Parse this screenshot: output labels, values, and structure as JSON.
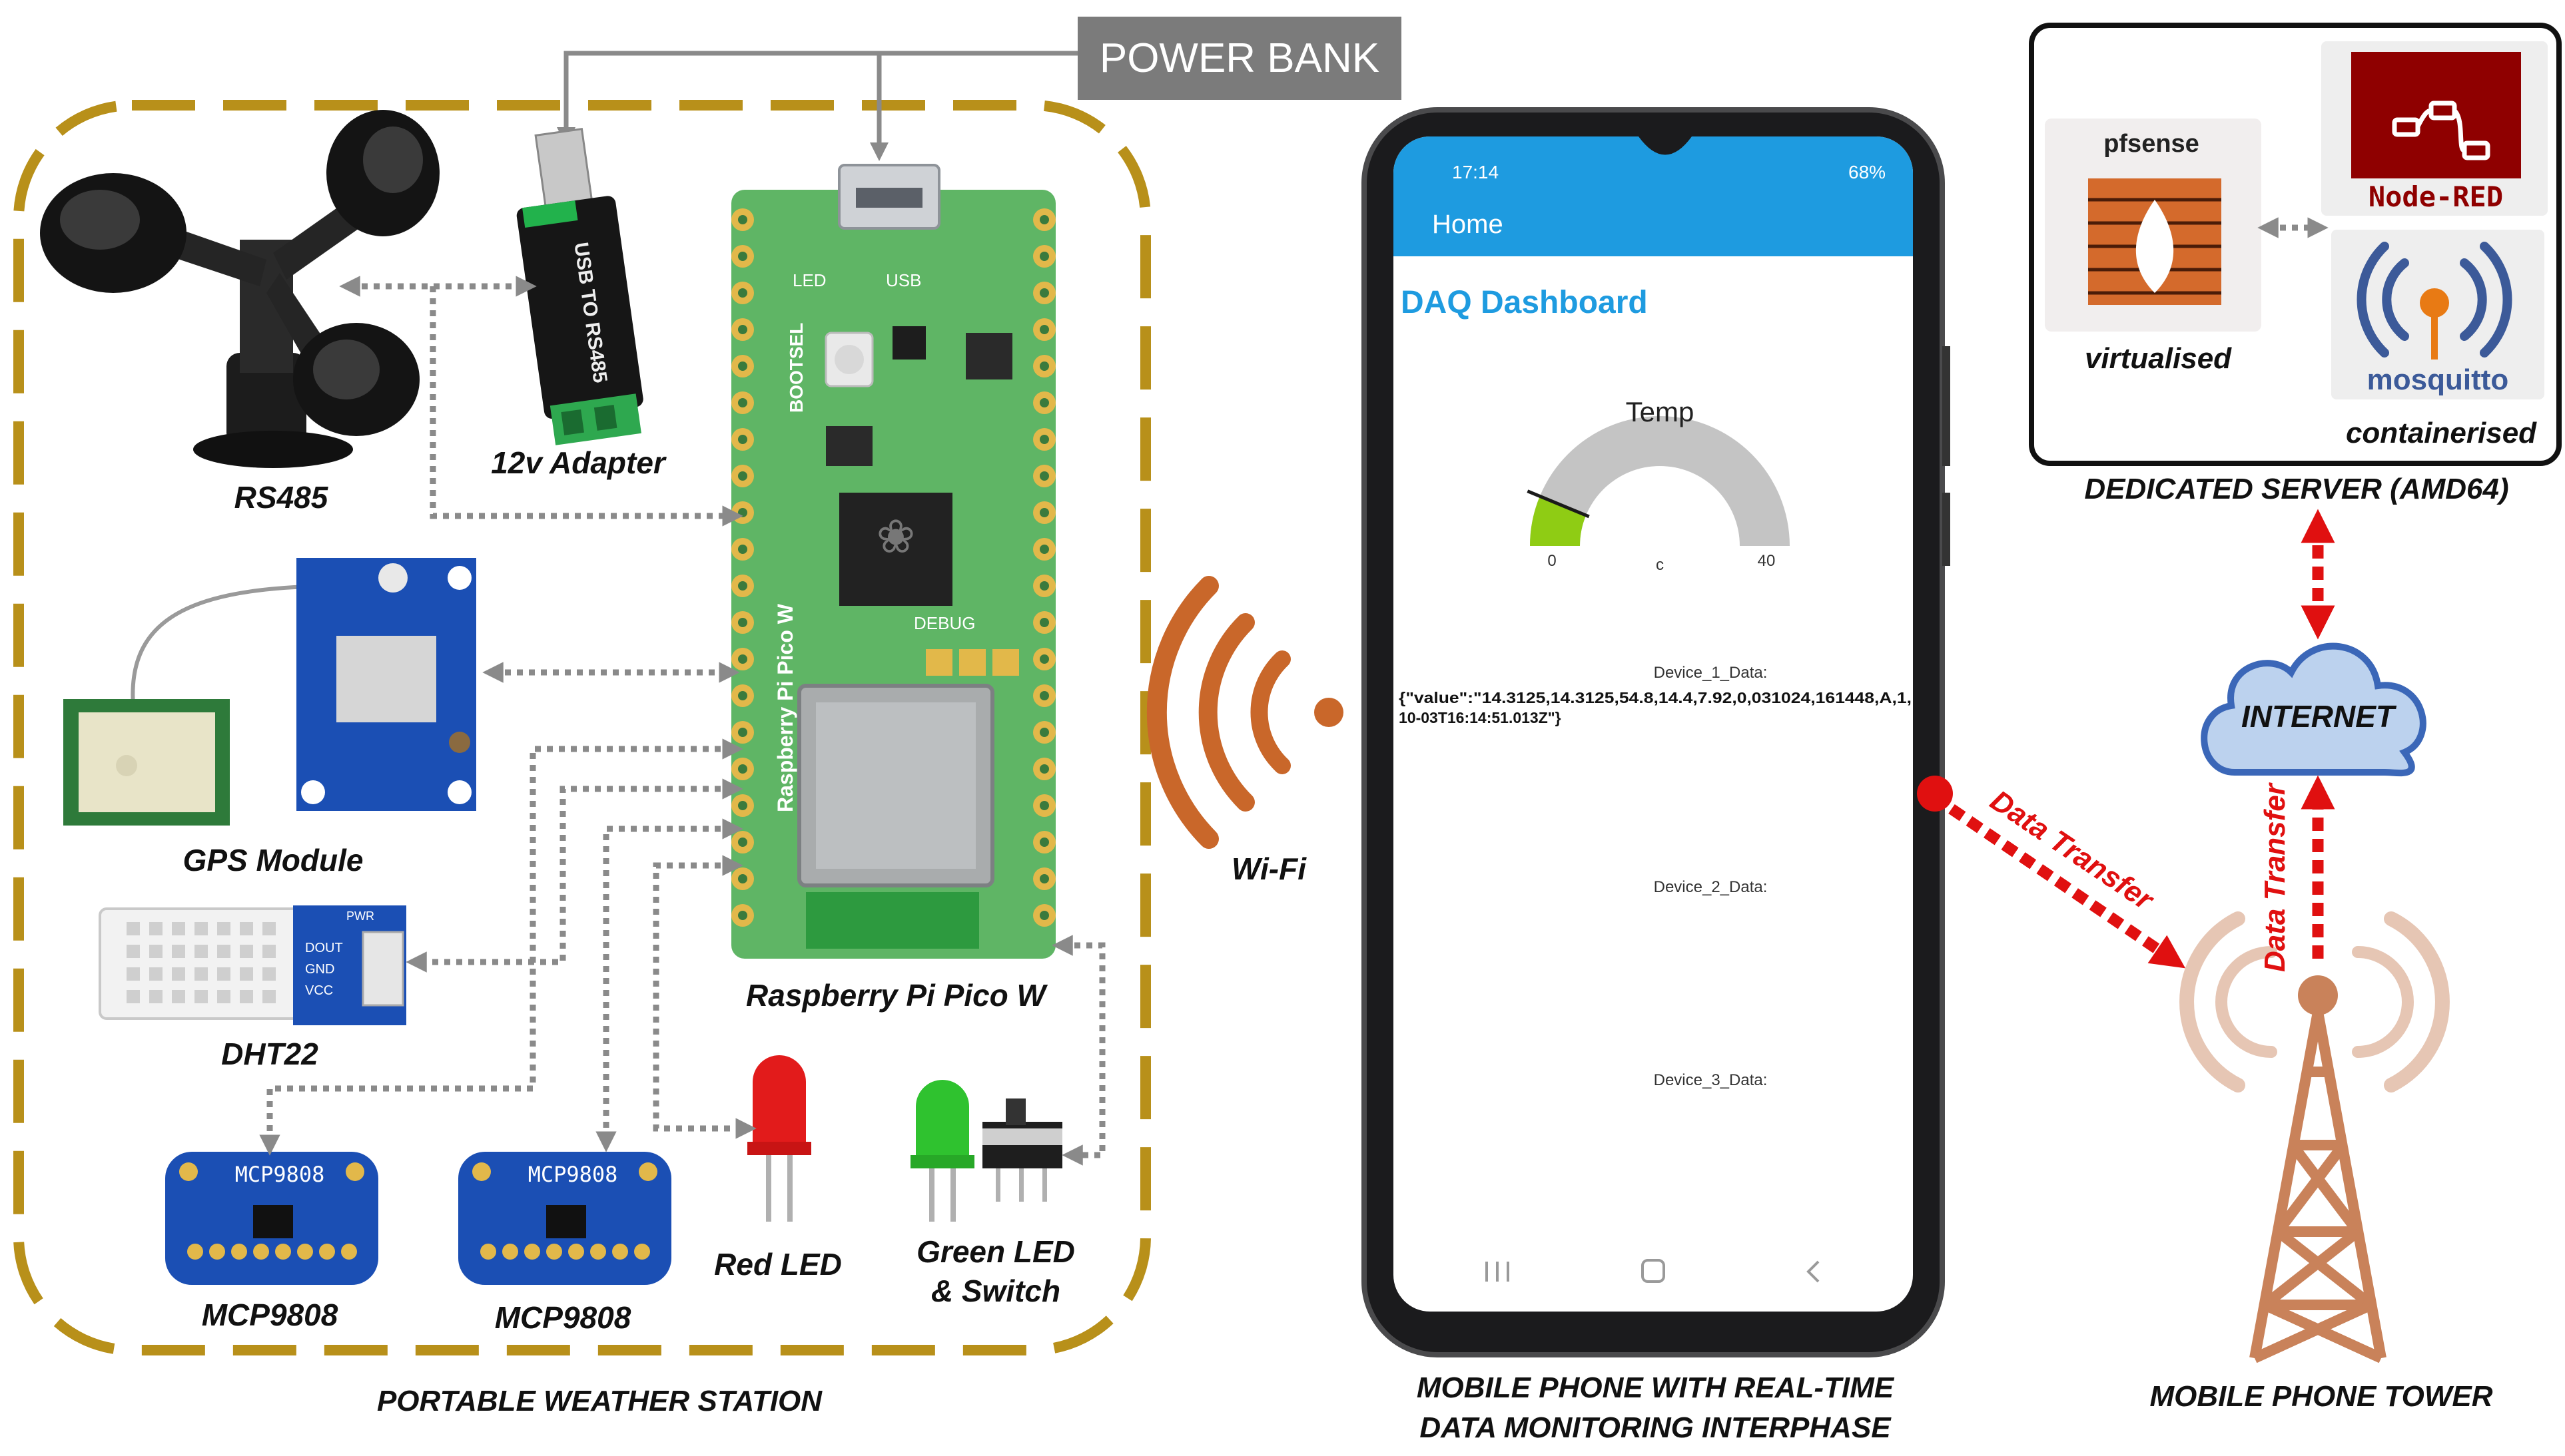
{
  "labels": {
    "power_bank": "POWER BANK",
    "rs485": "RS485",
    "adapter": "12v Adapter",
    "usb_adapter_text": "USB TO RS485",
    "gps": "GPS Module",
    "dht22": "DHT22",
    "mcp_a": "MCP9808",
    "mcp_b": "MCP9808",
    "mcp_chip_a": "MCP9808",
    "mcp_chip_b": "MCP9808",
    "red_led": "Red LED",
    "green_led_1": "Green LED",
    "green_led_2": "& Switch",
    "pico": "Raspberry Pi Pico W",
    "pico_debug": "DEBUG",
    "pico_usb": "USB",
    "pico_led": "LED",
    "pico_bootsel": "BOOTSEL",
    "station": "PORTABLE WEATHER STATION",
    "wifi": "Wi-Fi",
    "phone_title_1": "MOBILE PHONE WITH REAL-TIME",
    "phone_title_2": "DATA MONITORING INTERPHASE",
    "server_title": "DEDICATED SERVER (AMD64)",
    "virtualised": "virtualised",
    "containerised": "containerised",
    "pfsense": "pfsense",
    "nodered": "Node-RED",
    "mosquitto": "mosquitto",
    "internet": "INTERNET",
    "data_transfer_1": "Data Transfer",
    "data_transfer_2": "Data Transfer",
    "tower": "MOBILE PHONE TOWER",
    "dht_pins": [
      "DOUT",
      "GND",
      "VCC"
    ],
    "dht_pwr": "PWR"
  },
  "phone": {
    "status_time": "17:14",
    "status_battery": "68%",
    "header": "Home",
    "dashboard_title": "DAQ Dashboard",
    "gauge": {
      "label": "Temp",
      "min": "0",
      "max": "40",
      "unit": "c",
      "value": 5
    },
    "device1_label": "Device_1_Data:",
    "device1_line1": "{\"value\":\"14.3125,14.3125,54.8,14.4,7.92,0,031024,161448,A,1,",
    "device1_line2": "10-03T16:14:51.013Z\"}",
    "device2_label": "Device_2_Data:",
    "device3_label": "Device_3_Data:"
  },
  "colors": {
    "dash_border": "#b8901a",
    "wifi": "#c9672a",
    "data_red": "#e01010",
    "phone_blue": "#1e9be0",
    "cloud": "#bcd2ee",
    "cloud_edge": "#3b67b8",
    "pcb_green": "#5fb565",
    "tower": "#c9825a",
    "gauge_green": "#8fcc14",
    "gauge_grey": "#c4c4c4",
    "nodered": "#8f0000",
    "firewall": "#d46a2c"
  }
}
